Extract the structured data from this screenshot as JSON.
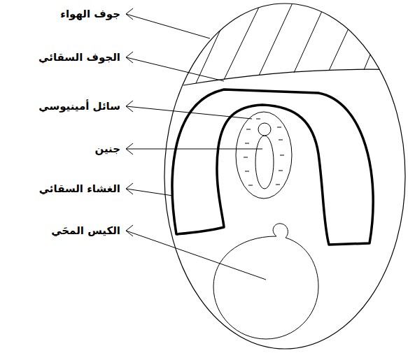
{
  "diagram": {
    "labels": [
      "جوف الهواء",
      "الجوف السقائي",
      "سائل أمينيوسي",
      "جنين",
      "الغشاء السقائي",
      "الكيس المحَي"
    ]
  }
}
